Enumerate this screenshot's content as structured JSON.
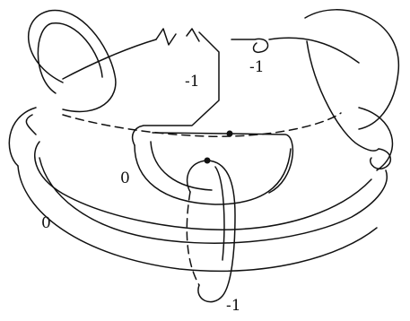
{
  "diagram": {
    "framing_labels": [
      {
        "id": "attached-top-hook",
        "text": "-1"
      },
      {
        "id": "attached-center-box",
        "text": "-1"
      },
      {
        "id": "attached-bottom-loop",
        "text": "-1"
      },
      {
        "id": "left-inner",
        "text": "0"
      },
      {
        "id": "left-outer",
        "text": "0"
      }
    ]
  }
}
